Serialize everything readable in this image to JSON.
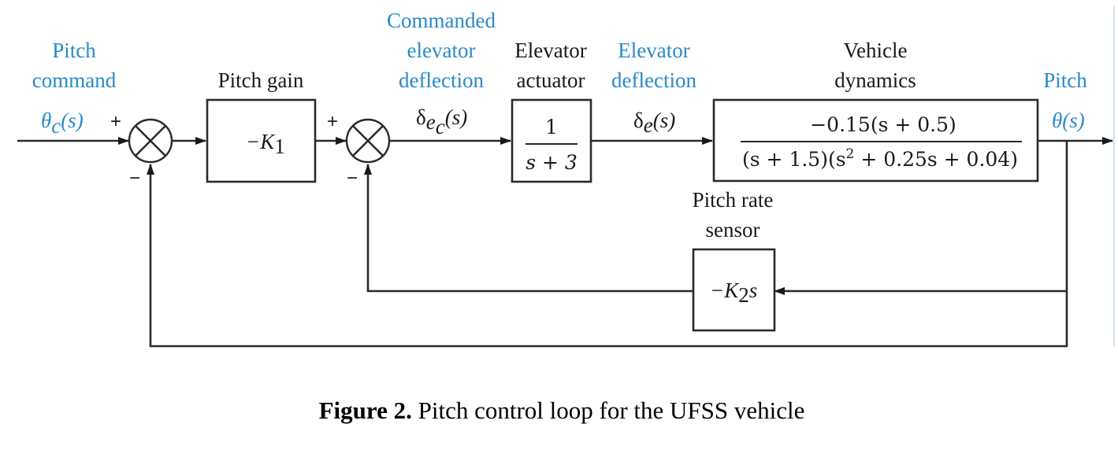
{
  "signals": {
    "pitch_command": {
      "line1": "Pitch",
      "line2": "command",
      "symbol": "θ",
      "sub": "c",
      "arg": "(s)"
    },
    "commanded_elevator_deflection": {
      "line1": "Commanded",
      "line2": "elevator",
      "line3": "deflection",
      "symbol": "δ",
      "sub": "e",
      "subsub": "c",
      "arg": "(s)"
    },
    "elevator_deflection": {
      "line1": "Elevator",
      "line2": "deflection",
      "symbol": "δ",
      "sub": "e",
      "arg": "(s)"
    },
    "pitch": {
      "line1": "Pitch",
      "symbol": "θ",
      "arg": "(s)"
    }
  },
  "blocks": {
    "pitch_gain": {
      "title": "Pitch gain",
      "expr_prefix": "−K",
      "expr_sub": "1"
    },
    "elevator_actuator": {
      "title_line1": "Elevator",
      "title_line2": "actuator",
      "numerator": "1",
      "denominator": "s + 3"
    },
    "vehicle_dynamics": {
      "title_line1": "Vehicle",
      "title_line2": "dynamics",
      "numerator": "−0.15(s + 0.5)",
      "denominator_a": "(s + 1.5)(s",
      "denominator_exp": "2",
      "denominator_b": " + 0.25s + 0.04)"
    },
    "pitch_rate_sensor": {
      "title_line1": "Pitch rate",
      "title_line2": "sensor",
      "expr_prefix": "−K",
      "expr_sub": "2",
      "expr_suffix": "s"
    }
  },
  "summing_junctions": {
    "outer": {
      "plus": "+",
      "minus": "−"
    },
    "inner": {
      "plus": "+",
      "minus": "−"
    }
  },
  "caption": {
    "bold": "Figure 2.",
    "text": " Pitch control loop for the UFSS vehicle"
  },
  "colors": {
    "signal_label": "#2a8ac8",
    "block_label": "#1a1a1a",
    "line": "#2a2a2a"
  }
}
